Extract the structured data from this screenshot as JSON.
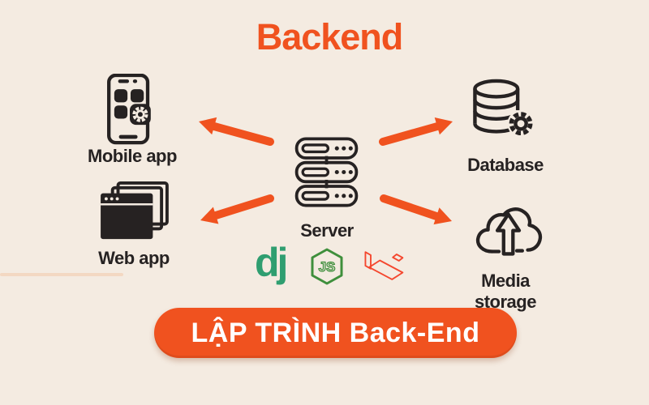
{
  "colors": {
    "background": "#f4ebe1",
    "accent_orange": "#f0521f",
    "ink": "#262222",
    "banner_text": "#ffffff",
    "django_green": "#2f9e70",
    "nodejs_green": "#3f8f3c",
    "laravel_red": "#f4472e"
  },
  "title": "Backend",
  "nodes": {
    "mobile": {
      "label": "Mobile app"
    },
    "web": {
      "label": "Web app"
    },
    "server": {
      "label": "Server"
    },
    "database": {
      "label": "Database"
    },
    "media": {
      "label": "Media storage"
    }
  },
  "icons": {
    "mobile": "smartphone-with-apps-and-gear-icon",
    "web": "stacked-browser-windows-icon",
    "server": "server-rack-icon",
    "database": "database-cylinder-with-gear-icon",
    "media": "cloud-upload-icon"
  },
  "arrows": [
    "server-to-mobile-app",
    "server-to-database",
    "server-to-web-app",
    "server-to-media-storage"
  ],
  "technologies": {
    "django": {
      "text": "dj"
    },
    "nodejs": {
      "text": "JS"
    },
    "laravel": {
      "name": "laravel-logo"
    }
  },
  "banner": {
    "label": "LẬP TRÌNH Back-End"
  }
}
